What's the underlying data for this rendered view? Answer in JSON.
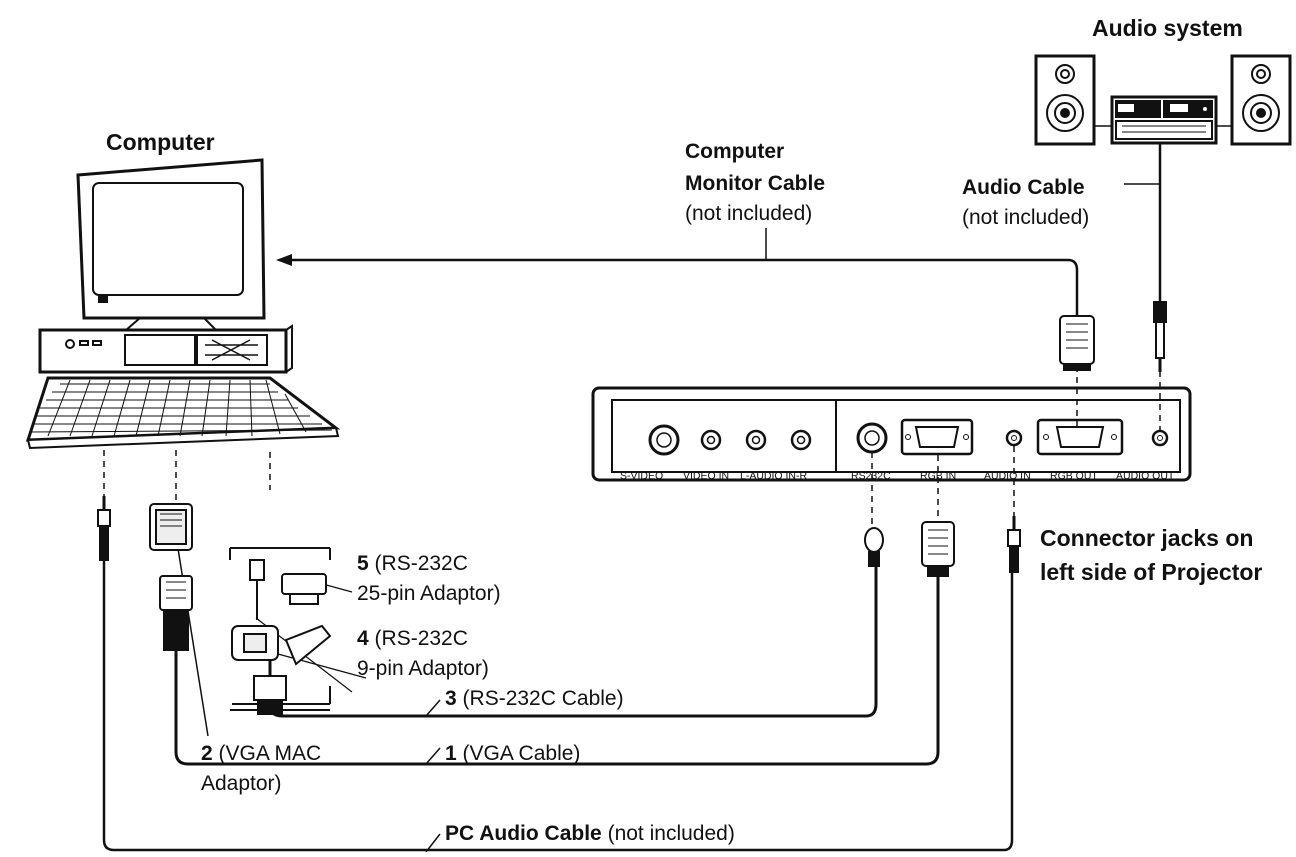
{
  "titles": {
    "computer": "Computer",
    "audio_system": "Audio system"
  },
  "computer_monitor_cable": {
    "line1": "Computer",
    "line2": "Monitor Cable",
    "note": "(not included)"
  },
  "audio_cable": {
    "label": "Audio Cable",
    "note": "(not included)"
  },
  "connector_jacks": {
    "line1": "Connector jacks on",
    "line2": "left side of Projector"
  },
  "projector_jacks": [
    "S-VIDEO",
    "VIDEO IN",
    "L-AUDIO IN-R",
    "RS232C",
    "RGB IN",
    "AUDIO IN",
    "RGB OUT",
    "AUDIO OUT"
  ],
  "items": {
    "item5": {
      "num": "5",
      "line1": "(RS-232C",
      "line2": "25-pin Adaptor)"
    },
    "item4": {
      "num": "4",
      "line1": "(RS-232C",
      "line2": "9-pin Adaptor)"
    },
    "item3": {
      "num": "3",
      "label": "(RS-232C Cable)"
    },
    "item2": {
      "num": "2",
      "line1": "(VGA MAC",
      "line2": "Adaptor)"
    },
    "item1": {
      "num": "1",
      "label": "(VGA Cable)"
    },
    "pc_audio": {
      "label": "PC Audio Cable",
      "note": "(not included)"
    }
  }
}
